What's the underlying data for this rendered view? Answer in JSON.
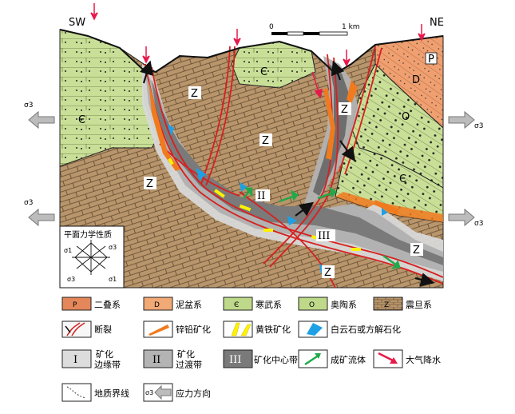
{
  "orientation": {
    "left": "SW",
    "right": "NE"
  },
  "scale_bar": {
    "start": "0",
    "end": "1 km"
  },
  "stress_symbol": "σ3",
  "stress_sub": {
    "left_a": "σ1",
    "right_a": "σ3",
    "left_b": "σ3",
    "right_b": "σ1"
  },
  "inset": {
    "title": "平面力学性质"
  },
  "map_labels": {
    "cambrian_left": "Є",
    "cambrian_top": "Є",
    "cambrian_right": "Є",
    "permian": "P",
    "devonian": "D",
    "ordovician": "O",
    "sinian_1": "Z",
    "sinian_2": "Z",
    "sinian_3": "Z",
    "sinian_4": "Z",
    "sinian_5": "Z",
    "sinian_6": "Z",
    "zone_II": "II",
    "zone_III": "III"
  },
  "legend": {
    "row1": [
      {
        "key": "permian",
        "symbol": "P",
        "label": "二叠系",
        "color": "#e4875a"
      },
      {
        "key": "devonian",
        "symbol": "D",
        "label": "泥盆系",
        "color": "#f1a976"
      },
      {
        "key": "cambrian",
        "symbol": "Є",
        "label": "寒武系",
        "color": "#bfd98a"
      },
      {
        "key": "ordovician",
        "symbol": "O",
        "label": "奥陶系",
        "color": "#bfd98a"
      },
      {
        "key": "sinian",
        "symbol": "Z",
        "label": "震旦系",
        "color": "#b8956b"
      }
    ],
    "row2": [
      {
        "key": "fault",
        "label": "断裂"
      },
      {
        "key": "znpb",
        "label": "锌铅矿化",
        "color": "#f07a1e"
      },
      {
        "key": "pyrite",
        "label": "黄铁矿化",
        "color": "#fff200"
      },
      {
        "key": "dolomite",
        "label": "白云石或方解石化",
        "color": "#1ea0e6"
      }
    ],
    "row3": [
      {
        "key": "zone1",
        "numeral": "I",
        "label_line1": "矿化",
        "label_line2": "边缘带",
        "color": "#dcdcdc"
      },
      {
        "key": "zone2",
        "numeral": "II",
        "label_line1": "矿化",
        "label_line2": "过渡带",
        "color": "#b4b4b4"
      },
      {
        "key": "zone3",
        "numeral": "III",
        "label": "矿化中心带",
        "color": "#7a7a7a"
      },
      {
        "key": "fluid",
        "label": "成矿流体",
        "color": "#22a84a"
      },
      {
        "key": "rain",
        "label": "大气降水",
        "color": "#e8194b"
      }
    ],
    "row4": [
      {
        "key": "boundary",
        "label": "地质界线"
      },
      {
        "key": "stress",
        "symbol": "σ3",
        "label": "应力方向"
      }
    ]
  }
}
